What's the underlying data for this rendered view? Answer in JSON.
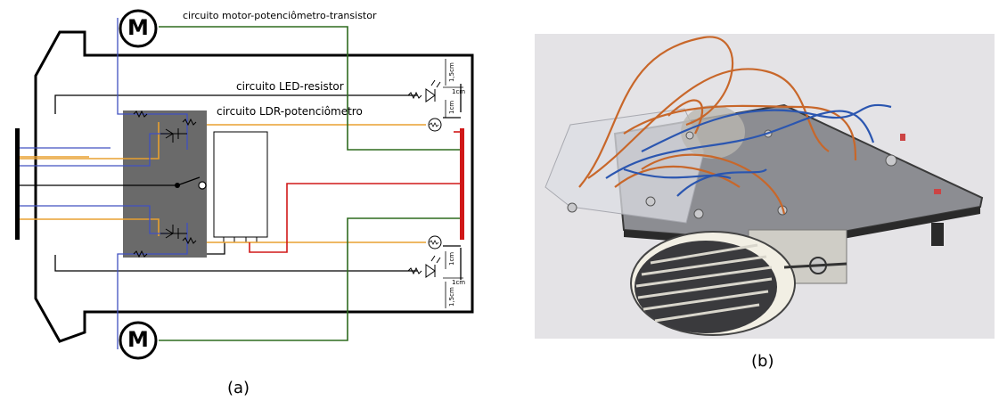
{
  "diagram": {
    "labels": {
      "motor_circuit": "circuito motor-potenciômetro-transistor",
      "led_circuit": "circuito LED-resistor",
      "ldr_circuit": "circuito LDR-potenciômetro"
    },
    "dims": {
      "top_vertical": "1,5cm",
      "top_h": "1cm",
      "top_mid": "1cm",
      "bottom_mid": "1cm",
      "bottom_vertical": "1,5cm",
      "bottom_h": "1cm"
    },
    "motor_symbol": "M",
    "colors": {
      "motor_wire": "#2e6b1f",
      "blue_wire": "#4050c0",
      "orange_wire": "#e8a030",
      "red_wire": "#d01818",
      "chassis": "#000000",
      "board": "#6a6a6a"
    }
  },
  "photo": {
    "description_icon": "robot-car-photo"
  },
  "captions": {
    "a": "(a)",
    "b": "(b)"
  }
}
